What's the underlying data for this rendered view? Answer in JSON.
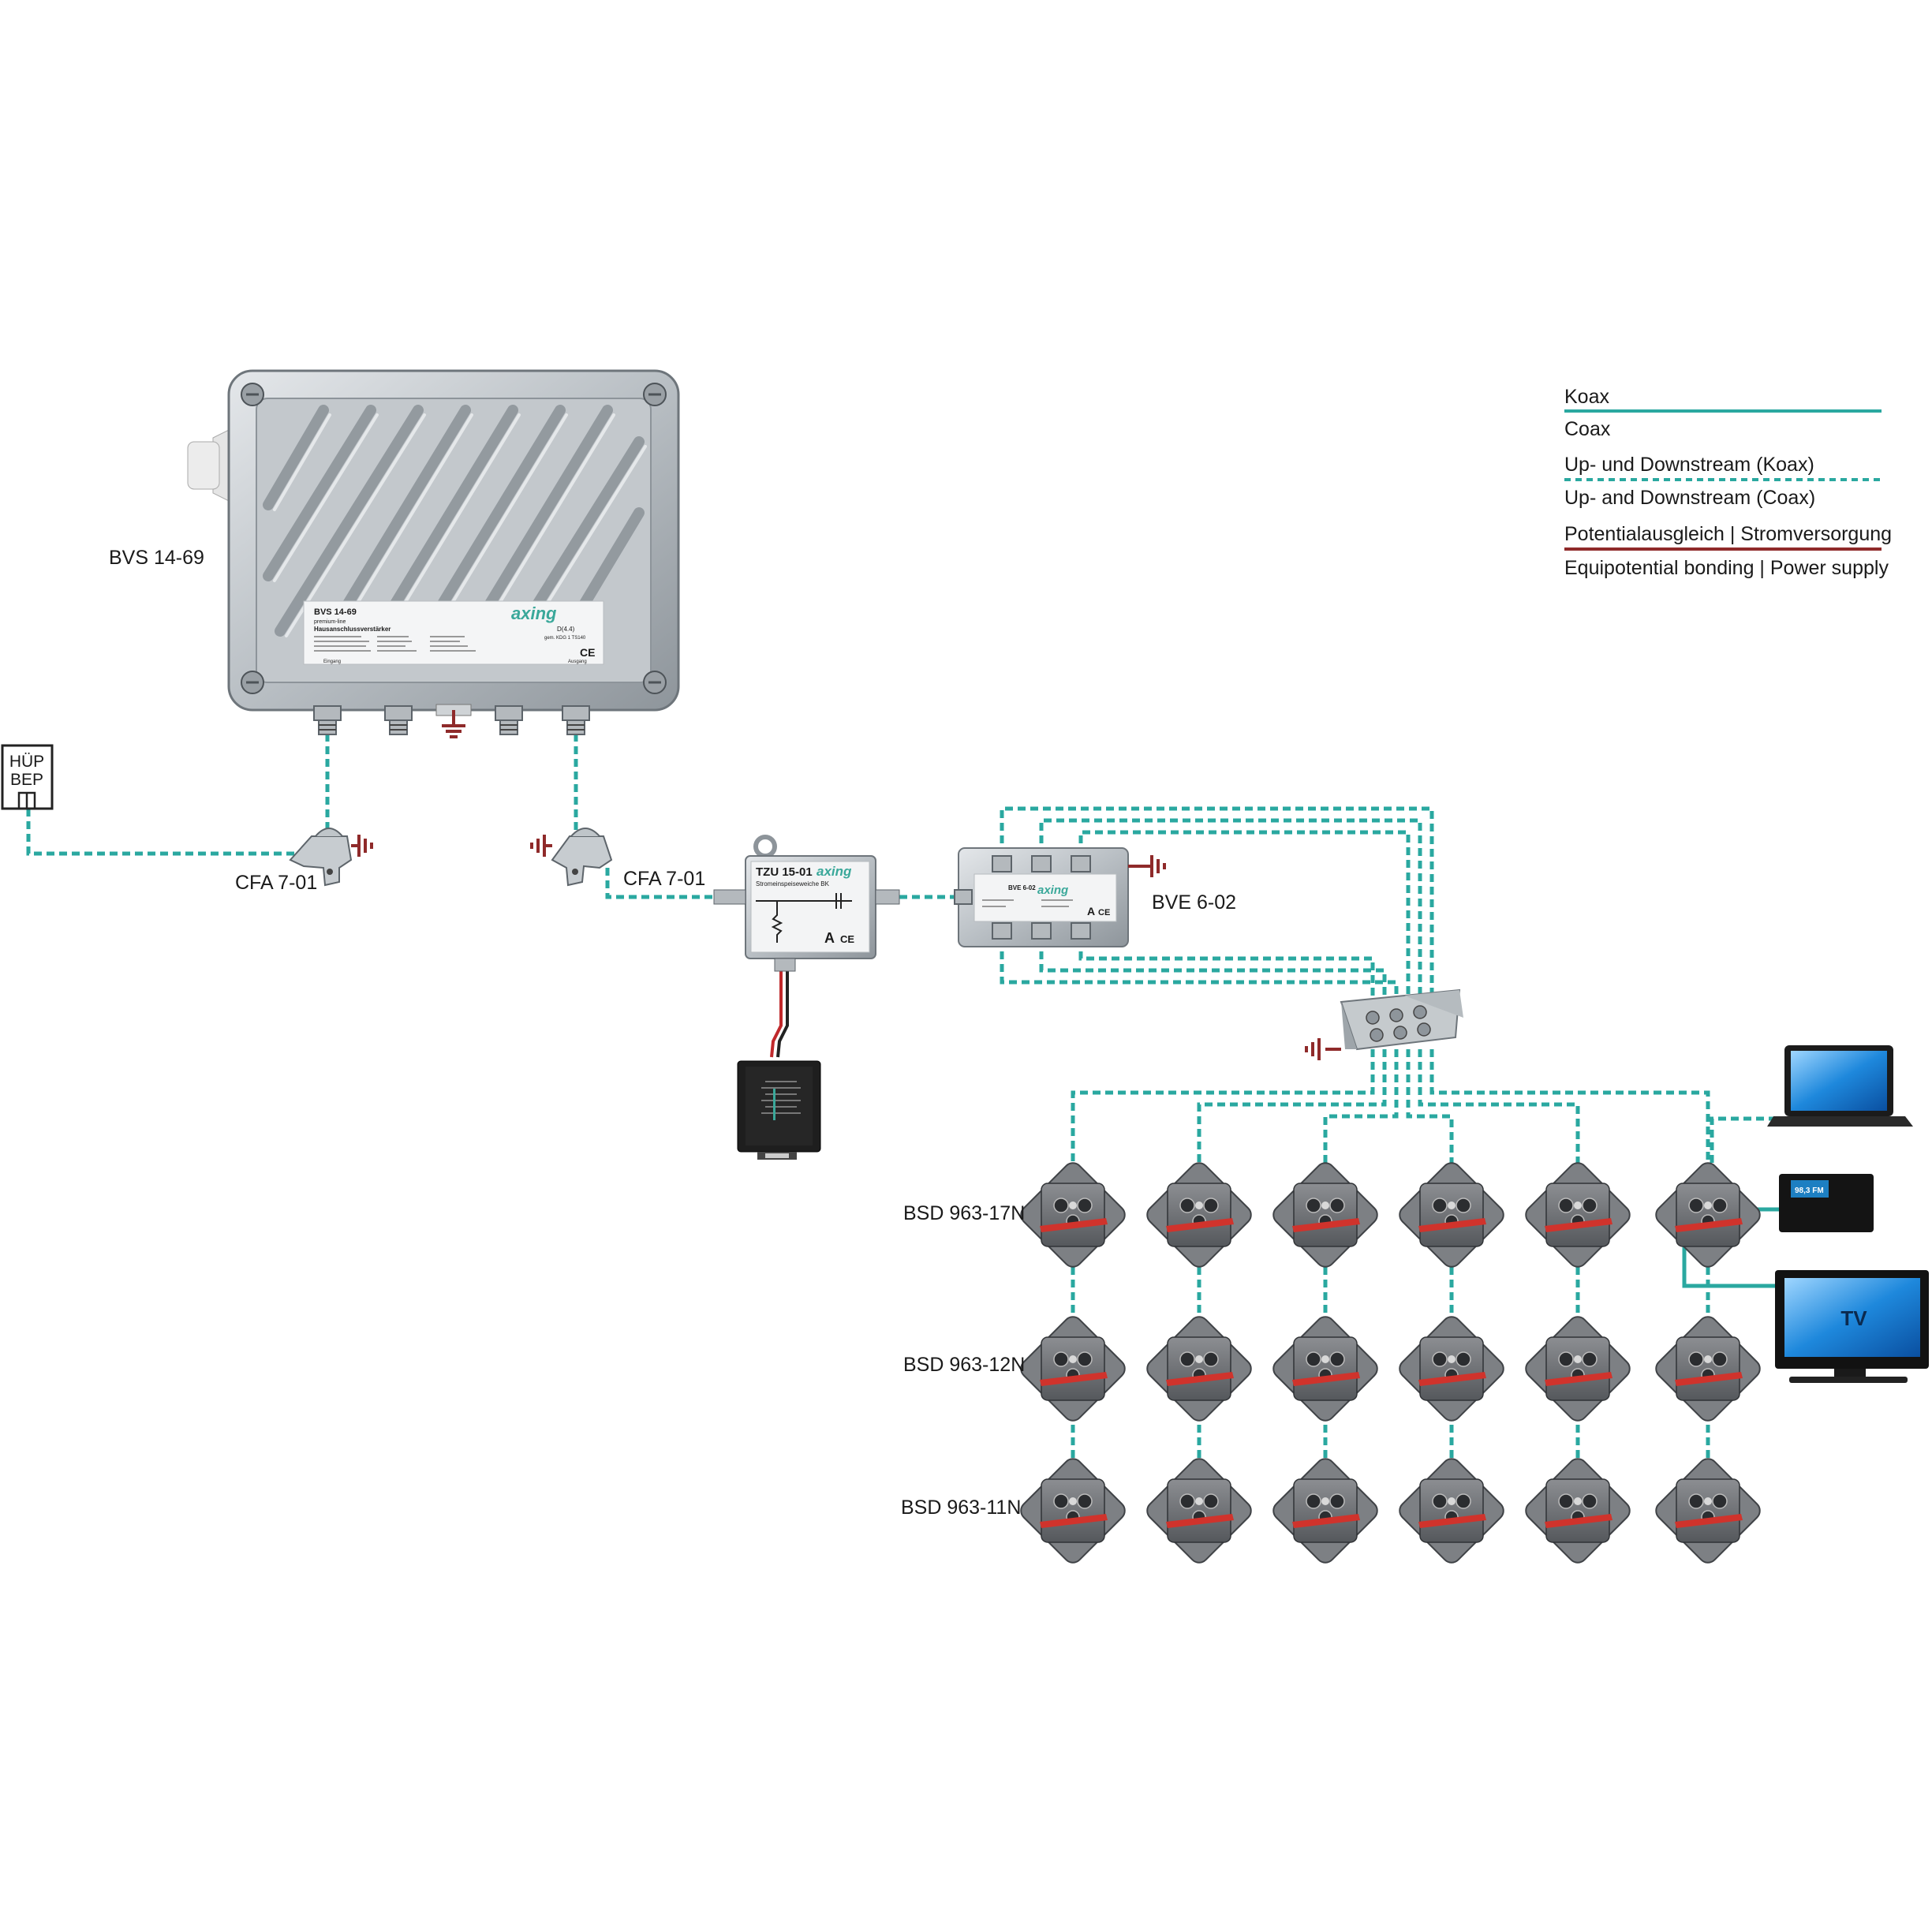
{
  "colors": {
    "coax": "#2aa8a0",
    "power": "#8f2a2a",
    "device_body": "#c9ced2",
    "device_dark": "#6f767c",
    "brand": "#3aa89a",
    "socket_red": "#d0332c",
    "screen": "#1d84d6"
  },
  "labels": {
    "amplifier": "BVS 14-69",
    "cfa_left": "CFA 7-01",
    "cfa_right": "CFA 7-01",
    "splitter": "BVE 6-02",
    "row1": "BSD 963-17N",
    "row2": "BSD 963-12N",
    "row3": "BSD 963-11N",
    "hup_line1": "HÜP",
    "hup_line2": "BEP",
    "tv": "TV",
    "radio_display": "98,3 FM"
  },
  "amplifier_plate": {
    "model": "BVS 14-69",
    "series": "premium-line",
    "name": "Hausanschlussverstärker",
    "brand": "axing",
    "class": "D(4.4)",
    "norm": "gem. KDG 1 TS140",
    "in_label": "Eingang",
    "out_label": "Ausgang"
  },
  "tzu": {
    "model": "TZU 15-01",
    "name": "Stromeinspeiseweiche BK",
    "brand": "axing"
  },
  "bve": {
    "model": "BVE 6-02",
    "brand": "axing"
  },
  "legend": {
    "coax_de": "Koax",
    "coax_en": "Coax",
    "updown_de": "Up- und Downstream (Koax)",
    "updown_en": "Up- and Downstream (Coax)",
    "power_de": "Potentialausgleich | Stromversorgung",
    "power_en": "Equipotential bonding | Power supply"
  }
}
